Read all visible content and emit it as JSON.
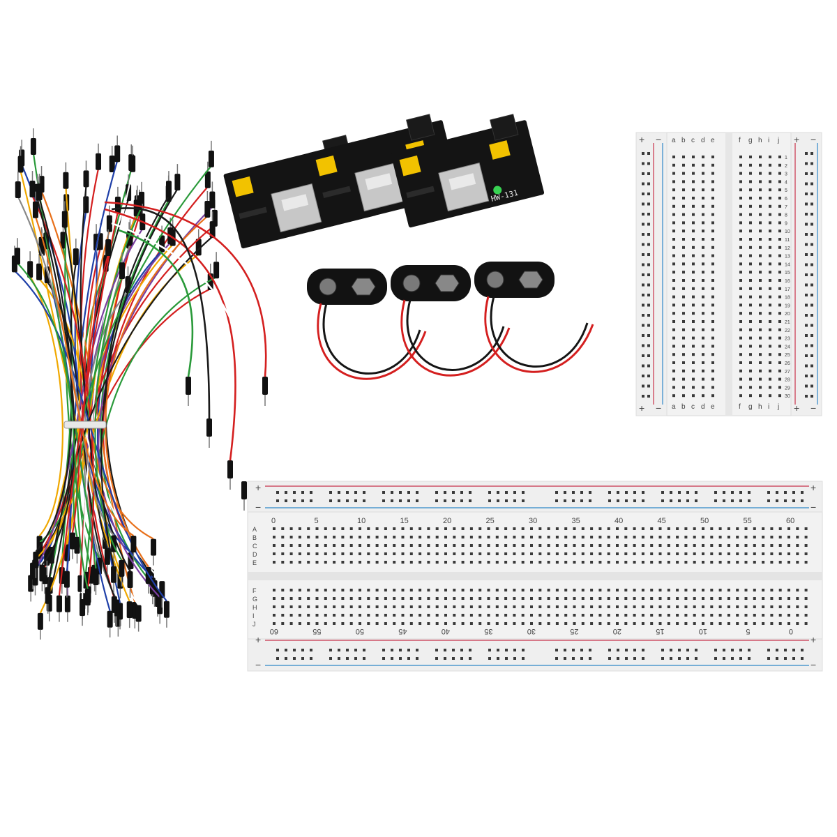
{
  "scene": {
    "background": "#ffffff",
    "description_items": [
      "jumper-wire-bundle",
      "power-supply-module",
      "battery-clip",
      "half-breadboard",
      "full-breadboard"
    ]
  },
  "colors": {
    "breadboard": "#f2f2f2",
    "breadboard_edge": "#d9d9d9",
    "rail_red": "#c8324a",
    "rail_blue": "#2f86c8",
    "pcb": "#141414",
    "jumper_yellow": "#f2c200",
    "led_green": "#39d353",
    "wire_red": "#d41f1f",
    "wire_black": "#151515"
  },
  "power_modules": {
    "label": "HW-131",
    "count": 3
  },
  "half_breadboard": {
    "columns_left": [
      "a",
      "b",
      "c",
      "d",
      "e"
    ],
    "columns_right": [
      "f",
      "g",
      "h",
      "i",
      "j"
    ],
    "rows": [
      "1",
      "2",
      "3",
      "4",
      "5",
      "6",
      "7",
      "8",
      "9",
      "10",
      "11",
      "12",
      "13",
      "14",
      "15",
      "16",
      "17",
      "18",
      "19",
      "20",
      "21",
      "22",
      "23",
      "24",
      "25",
      "26",
      "27",
      "28",
      "29",
      "30"
    ],
    "plus": "+",
    "minus": "−"
  },
  "full_breadboard": {
    "top_numbers": [
      "0",
      "5",
      "10",
      "15",
      "20",
      "25",
      "30",
      "35",
      "40",
      "45",
      "50",
      "55",
      "60"
    ],
    "bottom_numbers": [
      "60",
      "55",
      "50",
      "45",
      "40",
      "35",
      "30",
      "25",
      "20",
      "15",
      "10",
      "5",
      "0"
    ],
    "rows_top": [
      "A",
      "B",
      "C",
      "D",
      "E"
    ],
    "rows_bottom": [
      "F",
      "G",
      "H",
      "I",
      "J"
    ],
    "plus": "+",
    "minus": "−"
  },
  "jumper_wires": {
    "colors": [
      "#d41f1f",
      "#1f3fa8",
      "#1a1a1a",
      "#f0a800",
      "#2a9a3a",
      "#ffffff",
      "#e8701a",
      "#7a3fa0",
      "#888888"
    ]
  }
}
